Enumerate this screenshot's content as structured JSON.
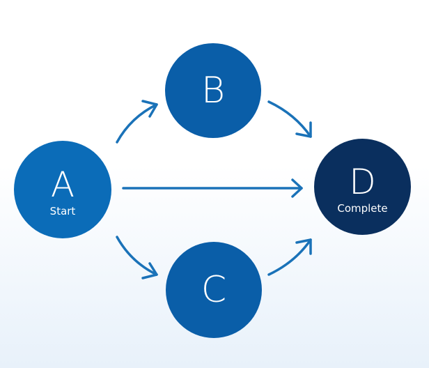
{
  "colors": {
    "edge": "#1a72b8"
  },
  "nodes": [
    {
      "id": "A",
      "letter": "A",
      "label": "Start",
      "color": "#0b6cb8"
    },
    {
      "id": "B",
      "letter": "B",
      "label": "",
      "color": "#0a5ea8"
    },
    {
      "id": "C",
      "letter": "C",
      "label": "",
      "color": "#0a5ea8"
    },
    {
      "id": "D",
      "letter": "D",
      "label": "Complete",
      "color": "#0a2f5e"
    }
  ],
  "edges": [
    {
      "from": "A",
      "to": "B"
    },
    {
      "from": "A",
      "to": "D"
    },
    {
      "from": "A",
      "to": "C"
    },
    {
      "from": "B",
      "to": "D"
    },
    {
      "from": "C",
      "to": "D"
    }
  ]
}
